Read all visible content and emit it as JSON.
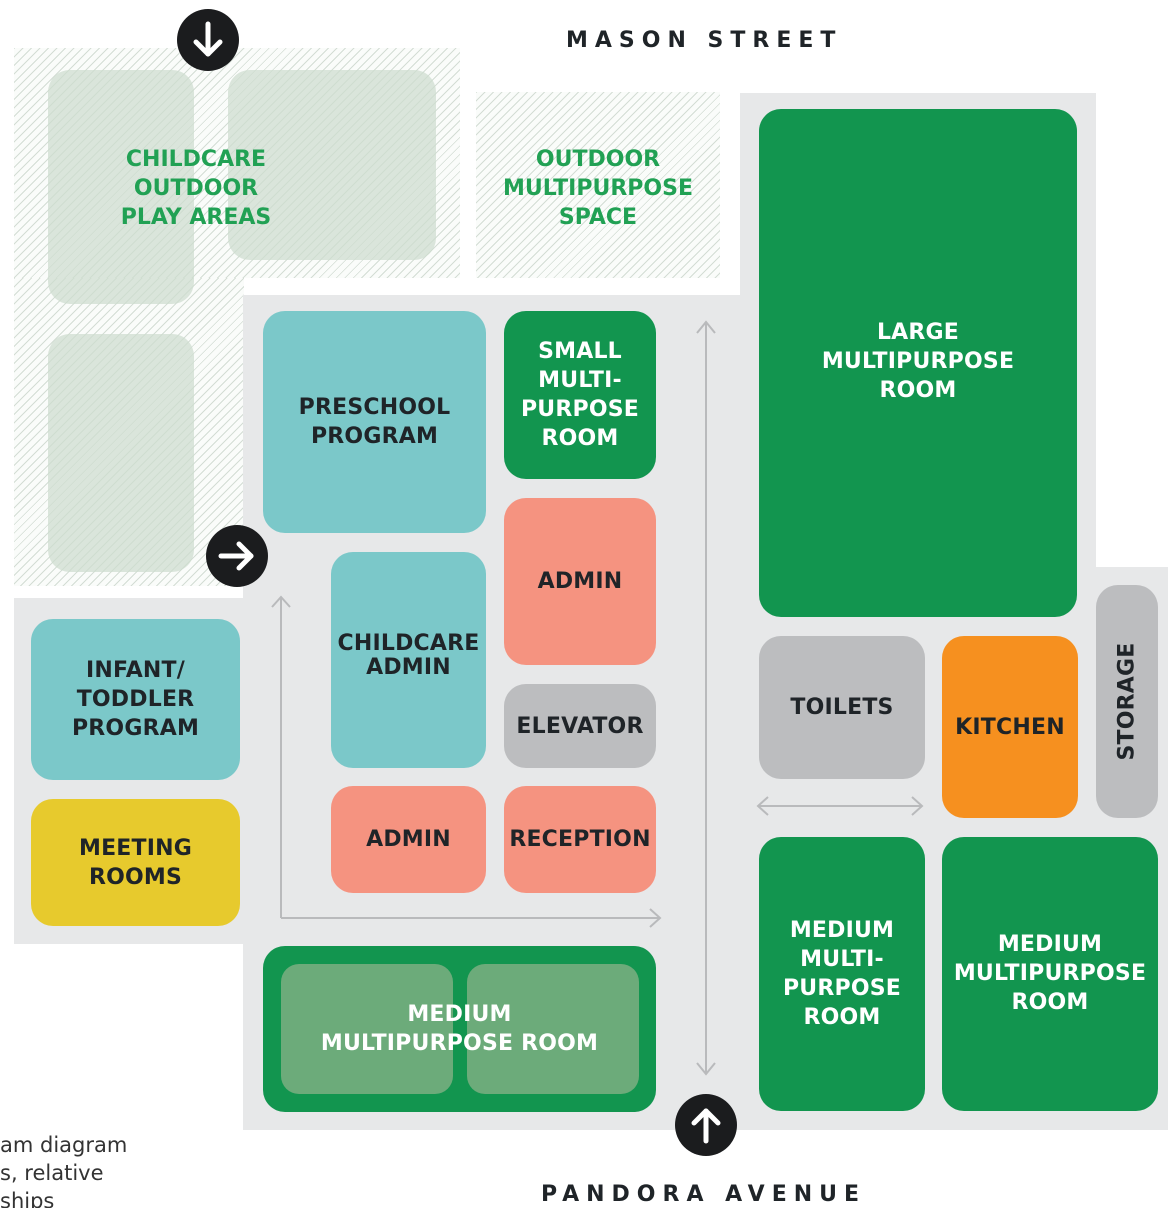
{
  "streets": {
    "north": "MASON STREET",
    "south": "PANDORA AVENUE"
  },
  "outdoor": {
    "childcare_play": "CHILDCARE\nOUTDOOR\nPLAY AREAS",
    "multipurpose": "OUTDOOR\nMULTIPURPOSE\nSPACE"
  },
  "rooms": {
    "preschool": "PRESCHOOL\nPROGRAM",
    "small_multi": "SMALL\nMULTI-\nPURPOSE\nROOM",
    "admin_upper": "ADMIN",
    "childcare_admin": "CHILDCARE\nADMIN",
    "elevator": "ELEVATOR",
    "admin_lower": "ADMIN",
    "reception": "RECEPTION",
    "infant": "INFANT/\nTODDLER\nPROGRAM",
    "meeting": "MEETING\nROOMS",
    "medium_bottom": "MEDIUM\nMULTIPURPOSE ROOM",
    "large": "LARGE\nMULTIPURPOSE\nROOM",
    "toilets": "TOILETS",
    "kitchen": "KITCHEN",
    "storage": "STORAGE",
    "medium_left": "MEDIUM\nMULTI-\nPURPOSE\nROOM",
    "medium_right": "MEDIUM\nMULTIPURPOSE\nROOM"
  },
  "caption": "am diagram\ns, relative\nships",
  "colors": {
    "teal": "#7bc8c9",
    "green": "#12954f",
    "salmon": "#f59380",
    "gray": "#bcbdbf",
    "yellow": "#e7ca2d",
    "orange": "#f6901f",
    "floor": "#e7e8e9",
    "outdoor_text": "#21a154"
  },
  "icons": [
    "arrow-down-icon",
    "arrow-right-icon",
    "arrow-up-icon"
  ]
}
